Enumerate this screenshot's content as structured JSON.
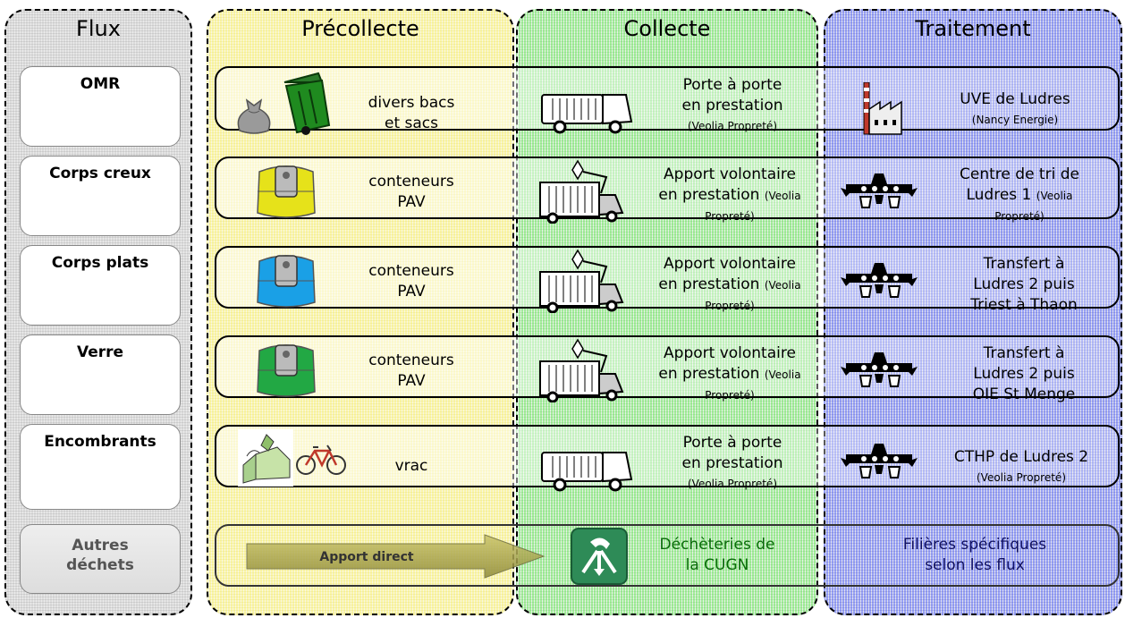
{
  "headers": {
    "flux": "Flux",
    "precollecte": "Précollecte",
    "collecte": "Collecte",
    "traitement": "Traitement"
  },
  "rows": [
    {
      "flux": "OMR",
      "precollecte": [
        "divers bacs",
        "et sacs"
      ],
      "collecte": [
        "Porte à porte",
        "en prestation"
      ],
      "collecte_note": "(Veolia Propreté)",
      "traitement": [
        "UVE de Ludres"
      ],
      "traitement_note": "(Nancy Energie)"
    },
    {
      "flux": "Corps creux",
      "precollecte": [
        "conteneurs",
        "PAV"
      ],
      "collecte": [
        "Apport volontaire",
        "en prestation"
      ],
      "collecte_note_inline": "(Veolia",
      "collecte_note_line": "Propreté)",
      "traitement": [
        "Centre de tri de",
        "Ludres 1"
      ],
      "traitement_note_inline": "(Veolia",
      "traitement_note_line": "Propreté)",
      "container_color": "#e6e21a"
    },
    {
      "flux": "Corps plats",
      "precollecte": [
        "conteneurs",
        "PAV"
      ],
      "collecte": [
        "Apport volontaire",
        "en prestation"
      ],
      "collecte_note_inline": "(Veolia",
      "collecte_note_line": "Propreté)",
      "traitement": [
        "Transfert à",
        "Ludres 2 puis",
        "Triest à Thaon"
      ],
      "container_color": "#1aa0e6"
    },
    {
      "flux": "Verre",
      "precollecte": [
        "conteneurs",
        "PAV"
      ],
      "collecte": [
        "Apport volontaire",
        "en prestation"
      ],
      "collecte_note_inline": "(Veolia",
      "collecte_note_line": "Propreté)",
      "traitement": [
        "Transfert à",
        "Ludres 2 puis",
        "OIE St Menge"
      ],
      "container_color": "#22a844"
    },
    {
      "flux": "Encombrants",
      "precollecte": [
        "vrac"
      ],
      "collecte": [
        "Porte à porte",
        "en prestation"
      ],
      "collecte_note": "(Veolia Propreté)",
      "traitement": [
        "CTHP de Ludres 2"
      ],
      "traitement_note": "(Veolia Propreté)"
    }
  ],
  "other": {
    "flux": [
      "Autres",
      "déchets"
    ],
    "arrow_label": "Apport direct",
    "collecte": [
      "Déchèteries de",
      "la CUGN"
    ],
    "traitement": [
      "Filières spécifiques",
      "selon les flux"
    ]
  },
  "colors": {
    "flux_bg": "#dcdcdc",
    "precollecte_bg": "#fbf5a8",
    "collecte_bg": "#a5ee9c",
    "traitement_bg": "#9aa4f7",
    "bin_green": "#1f8a1f",
    "dechetterie_green": "#2e8b57"
  }
}
